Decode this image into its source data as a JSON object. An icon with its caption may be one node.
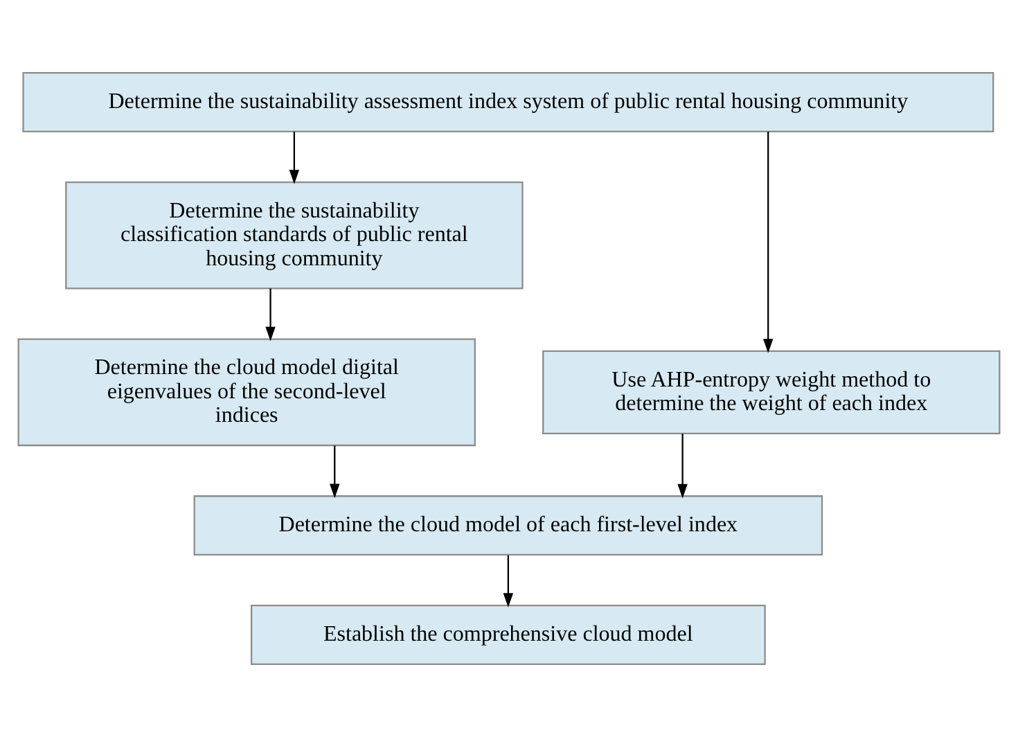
{
  "diagram": {
    "nodes": [
      {
        "text": [
          "Determine the sustainability assessment index system of public rental housing community"
        ]
      },
      {
        "text": [
          "Determine the sustainability classification standards of public rental housing community"
        ]
      },
      {
        "text": [
          "Determine the cloud model digital eigenvalues of the second-level indices"
        ]
      },
      {
        "text": [
          "Use AHP-entropy weight method to determine the weight of each index"
        ]
      },
      {
        "text": [
          "Determine the cloud model of each first-level index"
        ]
      },
      {
        "text": [
          "Establish the comprehensive cloud model"
        ]
      }
    ],
    "edges": [
      {
        "from": 0,
        "to": 1,
        "arrow": "to"
      },
      {
        "from": 0,
        "to": 3,
        "arrow": "to"
      },
      {
        "from": 1,
        "to": 2,
        "arrow": "to"
      },
      {
        "from": 2,
        "to": 4,
        "arrow": "to"
      },
      {
        "from": 3,
        "to": 4,
        "arrow": "to"
      },
      {
        "from": 4,
        "to": 5,
        "arrow": "to"
      }
    ]
  }
}
